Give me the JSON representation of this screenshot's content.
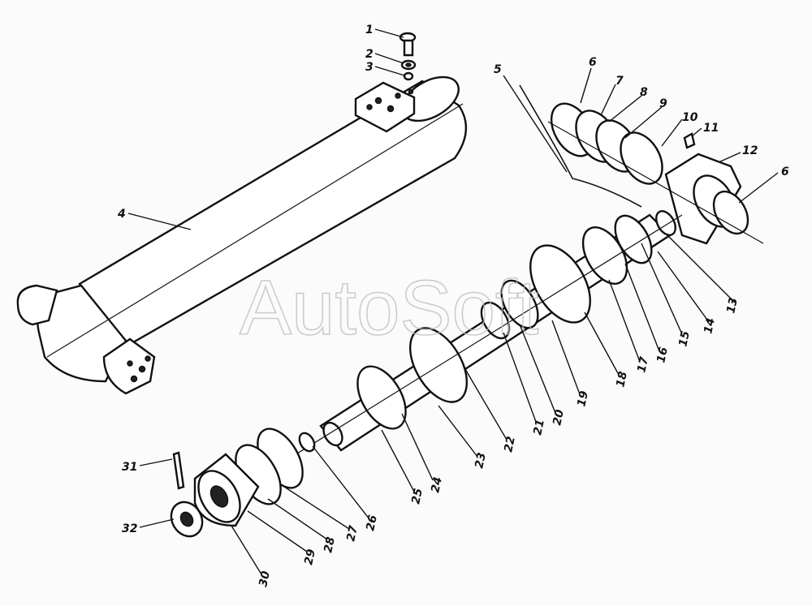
{
  "watermark": "AutoSoft",
  "callouts": [
    {
      "id": "1",
      "label": "1"
    },
    {
      "id": "2",
      "label": "2"
    },
    {
      "id": "3",
      "label": "3"
    },
    {
      "id": "4",
      "label": "4"
    },
    {
      "id": "5",
      "label": "5"
    },
    {
      "id": "6a",
      "label": "6"
    },
    {
      "id": "6b",
      "label": "6"
    },
    {
      "id": "7",
      "label": "7"
    },
    {
      "id": "8",
      "label": "8"
    },
    {
      "id": "9",
      "label": "9"
    },
    {
      "id": "10",
      "label": "10"
    },
    {
      "id": "11",
      "label": "11"
    },
    {
      "id": "12",
      "label": "12"
    },
    {
      "id": "13",
      "label": "13"
    },
    {
      "id": "14",
      "label": "14"
    },
    {
      "id": "15",
      "label": "15"
    },
    {
      "id": "16",
      "label": "16"
    },
    {
      "id": "17",
      "label": "17"
    },
    {
      "id": "18",
      "label": "18"
    },
    {
      "id": "19",
      "label": "19"
    },
    {
      "id": "20",
      "label": "20"
    },
    {
      "id": "21",
      "label": "21"
    },
    {
      "id": "22",
      "label": "22"
    },
    {
      "id": "23",
      "label": "23"
    },
    {
      "id": "24",
      "label": "24"
    },
    {
      "id": "25",
      "label": "25"
    },
    {
      "id": "26",
      "label": "26"
    },
    {
      "id": "27",
      "label": "27"
    },
    {
      "id": "28",
      "label": "28"
    },
    {
      "id": "29",
      "label": "29"
    },
    {
      "id": "30",
      "label": "30"
    },
    {
      "id": "31",
      "label": "31"
    },
    {
      "id": "32",
      "label": "32"
    }
  ]
}
